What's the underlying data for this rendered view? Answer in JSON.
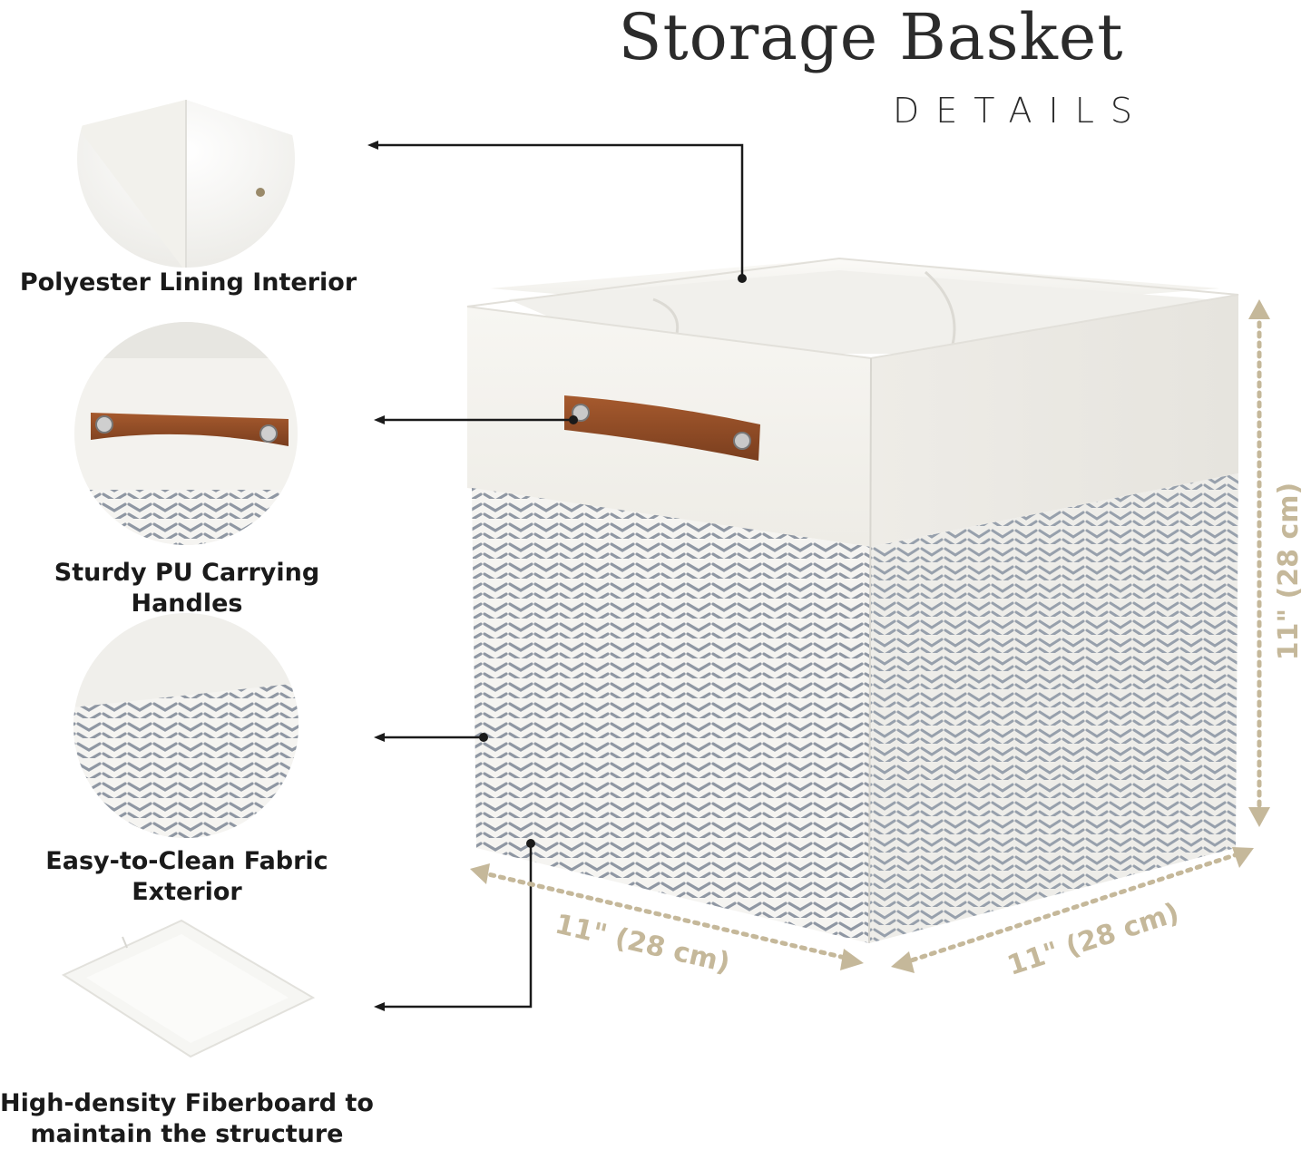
{
  "header": {
    "title": "Storage Basket",
    "subtitle": "DETAILS"
  },
  "features": [
    {
      "label": "Polyester Lining Interior",
      "icon": "lining-corner-thumbnail"
    },
    {
      "label": "Sturdy PU Carrying Handles",
      "icon": "handle-thumbnail"
    },
    {
      "label": "Easy-to-Clean Fabric Exterior",
      "icon": "fabric-thumbnail"
    },
    {
      "label_line1": "High-density Fiberboard to",
      "label_line2": "maintain the structure",
      "icon": "fiberboard-thumbnail"
    }
  ],
  "dimensions": {
    "height": "11\" (28 cm)",
    "width_left": "11\" (28 cm)",
    "width_right": "11\" (28 cm)"
  },
  "colors": {
    "accent_dimension": "#c5b89a",
    "fabric_white": "#f3f1ec",
    "pattern_grey": "#8f97a3",
    "leather": "#8a4a26",
    "text": "#1a1a1a"
  }
}
